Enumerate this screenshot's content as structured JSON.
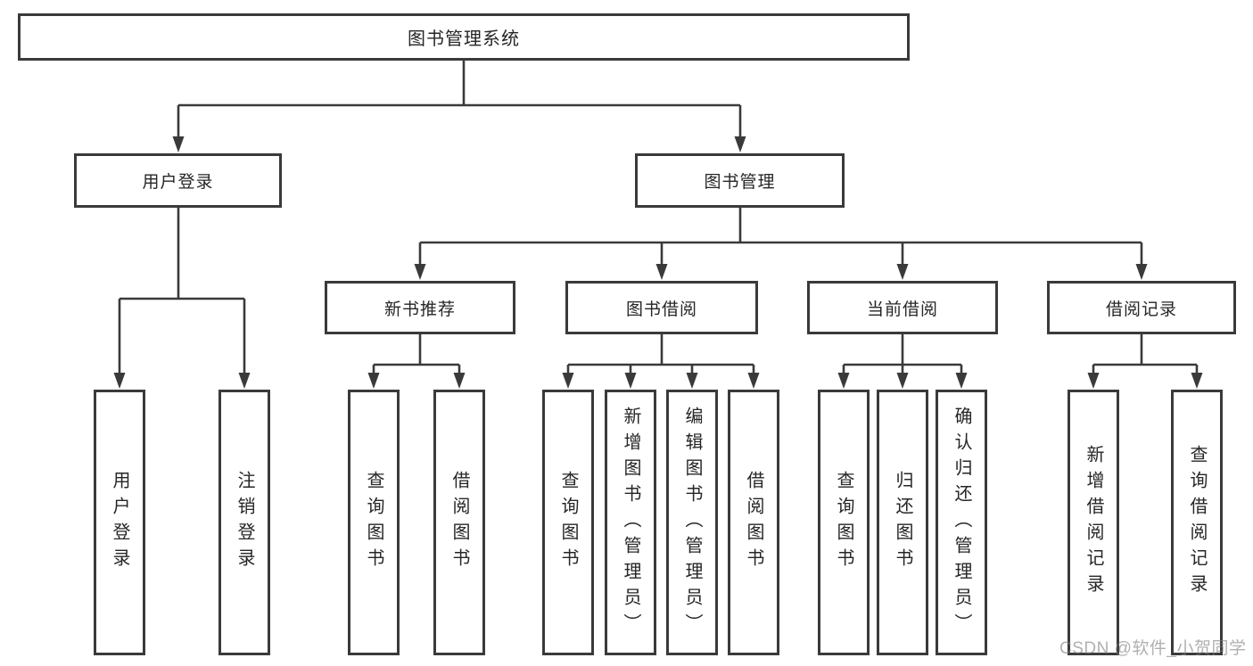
{
  "diagram_type": "functional-structure-tree",
  "colors": {
    "background": "#ffffff",
    "box_border": "#3a3a3a",
    "connector_line": "#3a3a3a",
    "text": "#262626",
    "watermark_text": "#808080"
  },
  "tree": {
    "root": "图书管理系统",
    "children": [
      {
        "label": "用户登录",
        "children": [
          {
            "label": "用户登录"
          },
          {
            "label": "注销登录"
          }
        ]
      },
      {
        "label": "图书管理",
        "children": [
          {
            "label": "新书推荐",
            "children": [
              {
                "label": "查询图书"
              },
              {
                "label": "借阅图书"
              }
            ]
          },
          {
            "label": "图书借阅",
            "children": [
              {
                "label": "查询图书"
              },
              {
                "label": "新增图书（管理员）"
              },
              {
                "label": "编辑图书（管理员）"
              },
              {
                "label": "借阅图书"
              }
            ]
          },
          {
            "label": "当前借阅",
            "children": [
              {
                "label": "查询图书"
              },
              {
                "label": "归还图书"
              },
              {
                "label": "确认归还（管理员）"
              }
            ]
          },
          {
            "label": "借阅记录",
            "children": [
              {
                "label": "新增借阅记录"
              },
              {
                "label": "查询借阅记录"
              }
            ]
          }
        ]
      }
    ]
  },
  "watermark": {
    "text": "CSDN @软件_小贺同学"
  }
}
